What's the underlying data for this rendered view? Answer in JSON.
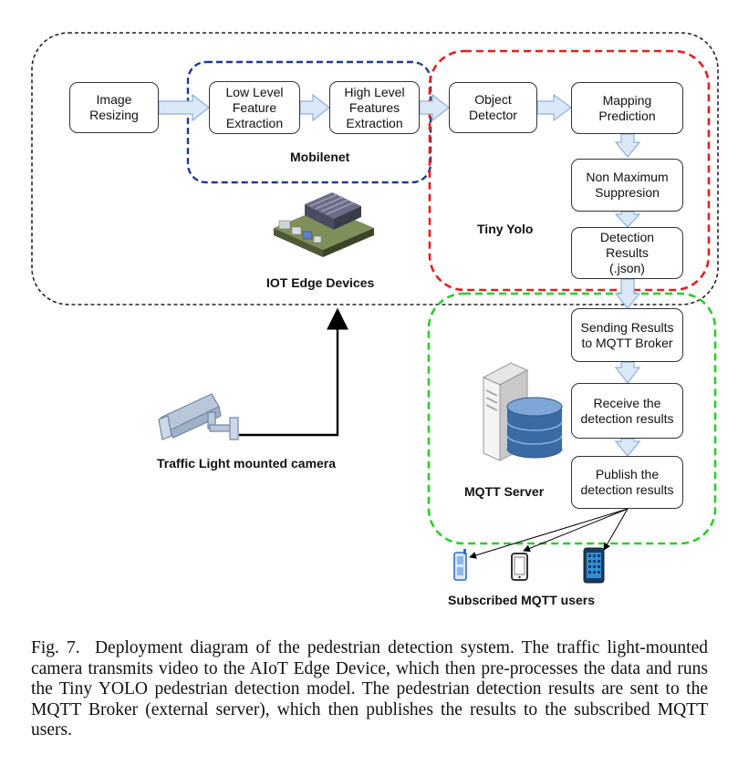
{
  "nodes": {
    "image_resizing": "Image\nResizing",
    "low_level": "Low Level\nFeature\nExtraction",
    "high_level": "High Level\nFeatures\nExtraction",
    "object_detector": "Object\nDetector",
    "mapping_prediction": "Mapping\nPrediction",
    "nms": "Non Maximum\nSuppresion",
    "detection_results": "Detection\nResults\n(.json)",
    "sending_results": "Sending   Results\nto MQTT Broker",
    "receive_results": "Receive the\ndetection results",
    "publish_results": "Publish the\ndetection results"
  },
  "groups": {
    "mobilenet": "Mobilenet",
    "tiny_yolo": "Tiny Yolo",
    "iot_edge": "IOT Edge Devices",
    "mqtt_server": "MQTT Server",
    "camera": "Traffic Light mounted camera",
    "users": "Subscribed MQTT users"
  },
  "colors": {
    "mobilenet_border": "#1f3a93",
    "tiny_yolo_border": "#e02020",
    "mqtt_border": "#2ecc2e",
    "edge_border": "#222222",
    "flow_arrow_fill": "#dbe8f7",
    "flow_arrow_stroke": "#8fb0d8"
  },
  "caption": {
    "label": "Fig. 7.",
    "text": "Deployment diagram of the pedestrian detection system. The traffic light-mounted camera transmits video to the AIoT Edge Device, which then pre-processes the data and runs the Tiny YOLO pedestrian detection model. The pedestrian detection results are sent to the MQTT Broker (external server), which then publishes the results to the subscribed MQTT users."
  }
}
